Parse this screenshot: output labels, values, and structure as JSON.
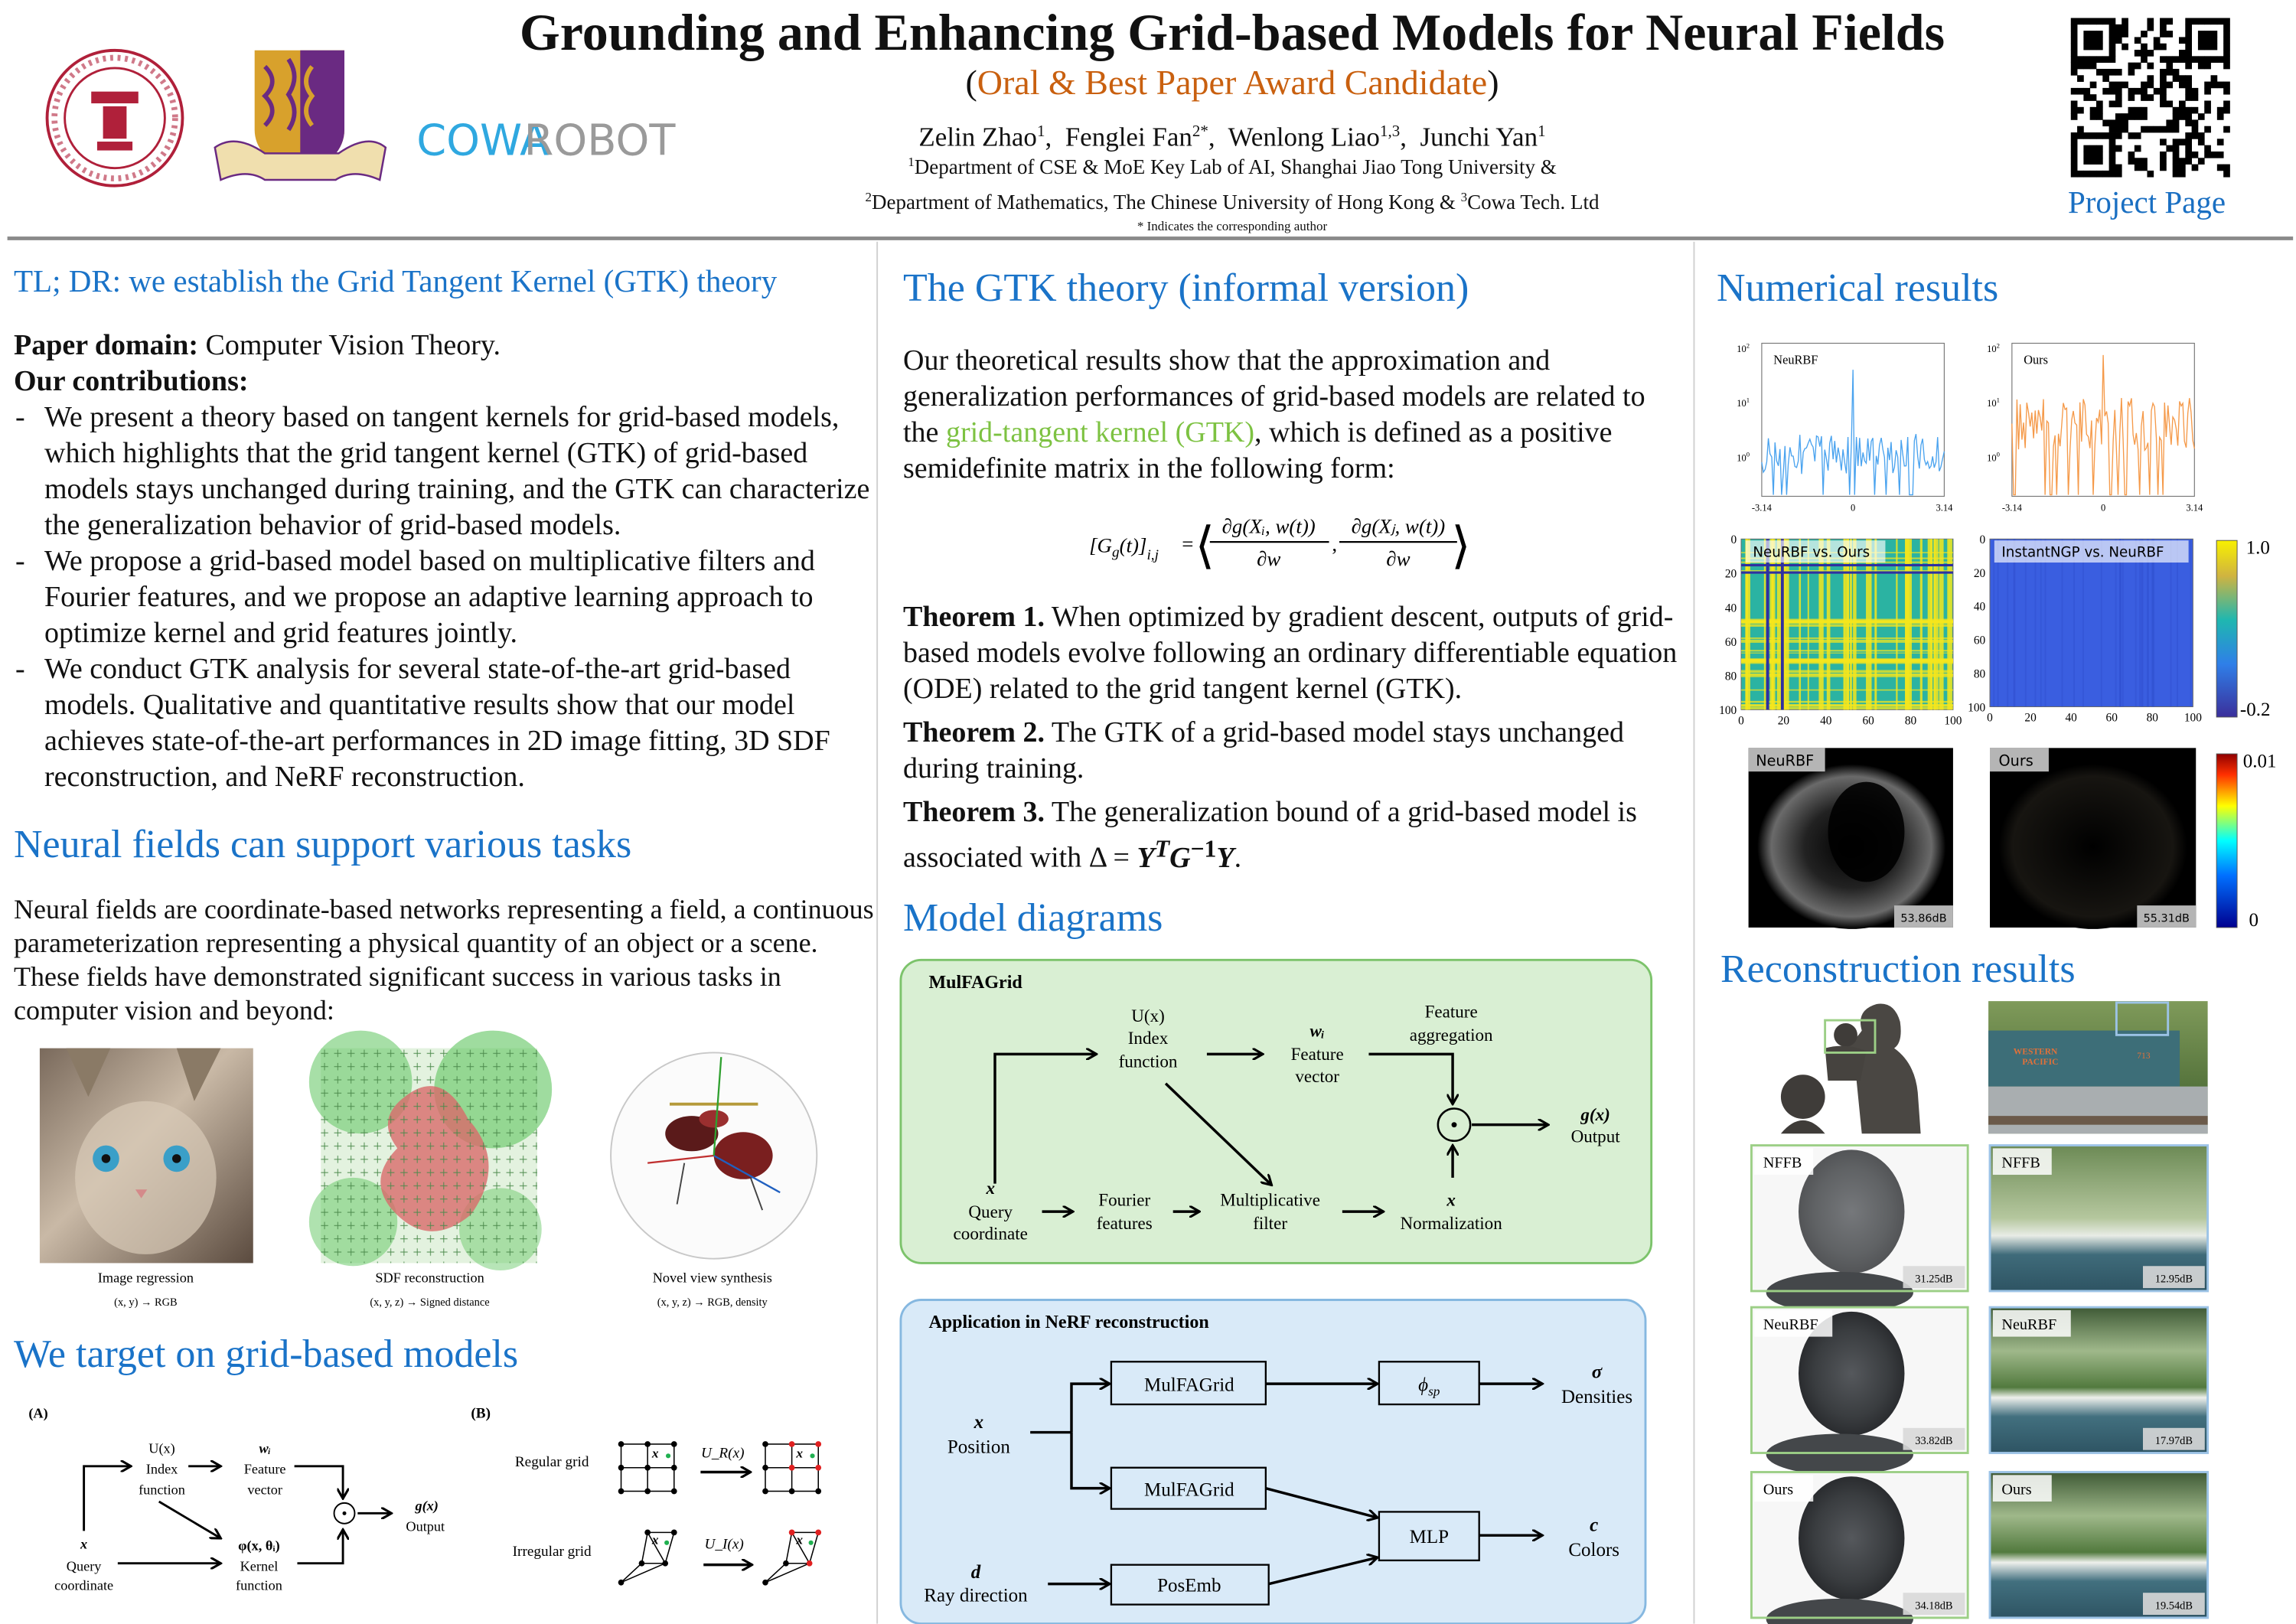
{
  "header": {
    "title": "Grounding and Enhancing Grid-based Models for Neural Fields",
    "subtitle_open": "(",
    "subtitle": "Oral & Best Paper Award Candidate",
    "subtitle_close": ")",
    "authors": [
      {
        "name": "Zelin Zhao",
        "sup": "1"
      },
      {
        "name": "Fenglei Fan",
        "sup": "2*"
      },
      {
        "name": "Wenlong Liao",
        "sup": "1,3"
      },
      {
        "name": "Junchi Yan",
        "sup": "1"
      }
    ],
    "affiliation_1_sup": "1",
    "affiliation_1": "Department of CSE & MoE Key Lab of AI, Shanghai Jiao Tong University &",
    "affiliation_2_sup": "2",
    "affiliation_2": "Department of Mathematics, The Chinese University of Hong Kong  & ",
    "affiliation_3_sup": "3",
    "affiliation_3": "Cowa Tech. Ltd",
    "note": "* Indicates the corresponding author",
    "project_page": "Project Page",
    "logos": {
      "sjtu": "SHANGHAI JIAO TONG UNIVERSITY 1896",
      "cowa_a": "COWA",
      "cowa_b": "ROBOT"
    }
  },
  "left": {
    "tldr": "TL; DR: we establish the Grid Tangent Kernel (GTK) theory",
    "domain_label": "Paper domain:",
    "domain_value": " Computer Vision Theory.",
    "contrib_label": "Our contributions:",
    "contributions": [
      "We present a theory based on tangent kernels for grid-based models, which highlights that the grid tangent kernel (GTK) of grid-based models stays unchanged during training, and the GTK can characterize the generalization behavior of grid-based models.",
      "We propose a grid-based model based on multiplicative filters and Fourier features, and we propose an adaptive learning approach to optimize kernel and grid features jointly.",
      "We conduct GTK analysis for several state-of-the-art grid-based models. Qualitative and quantitative results show that our model achieves state-of-the-art performances in 2D image fitting, 3D SDF reconstruction, and NeRF reconstruction."
    ],
    "tasks_heading": "Neural fields can support various tasks",
    "tasks_text": "Neural fields are coordinate-based networks representing a field, a continuous parameterization representing a physical quantity of an object or a scene. These fields have demonstrated significant success in various tasks in computer vision and beyond:",
    "tasks": [
      {
        "caption": "Image regression",
        "mapping": "(x, y) → RGB"
      },
      {
        "caption": "SDF reconstruction",
        "mapping": "(x, y, z) → Signed distance"
      },
      {
        "caption": "Novel view synthesis",
        "mapping": "(x, y, z) → RGB, density"
      }
    ],
    "grid_heading": "We target on grid-based models",
    "diagram_a": {
      "label": "(A)",
      "index_sym": "U(x)",
      "index_1": "Index",
      "index_2": "function",
      "feat_sym": "wᵢ",
      "feat_1": "Feature",
      "feat_2": "vector",
      "out_sym": "g(x)",
      "out": "Output",
      "query_sym": "x",
      "query_1": "Query",
      "query_2": "coordinate",
      "kernel_sym": "φ(x, θᵢ)",
      "kernel_1": "Kernel",
      "kernel_2": "function"
    },
    "diagram_b": {
      "label": "(B)",
      "regular": "Regular grid",
      "regular_map": "U_R(x)",
      "irregular": "Irregular grid",
      "irregular_map": "U_I(x)",
      "point": "x"
    }
  },
  "middle": {
    "heading": "The GTK theory (informal version)",
    "intro_before": "Our theoretical results show that the approximation and generalization performances of grid-based models are related to the ",
    "intro_highlight": "grid-tangent kernel (GTK)",
    "intro_after": ", which is defined as a positive semidefinite matrix in the following form:",
    "formula": {
      "lhs": "[G",
      "lhs_sub": "g",
      "lhs_mid": "(t)]",
      "lhs_idx": "i,j",
      "eq": "=",
      "num1": "∂g(Xᵢ, w(t))",
      "num2": "∂g(Xⱼ, w(t))",
      "den": "∂w",
      "lang": "⟨",
      "rang": "⟩",
      "comma": ","
    },
    "theorems": [
      {
        "label": "Theorem 1.",
        "text": " When optimized by gradient descent, outputs of grid-based models evolve following an ordinary differentiable equation (ODE) related to the grid tangent kernel (GTK)."
      },
      {
        "label": "Theorem 2.",
        "text": " The GTK of a grid-based model stays unchanged during training."
      },
      {
        "label": "Theorem 3.",
        "text": " The generalization bound of a grid-based model is associated with ",
        "math_a": "Δ = ",
        "math_y": "Y",
        "math_t": "T",
        "math_g": "G",
        "math_inv": "−1",
        "math_y2": "Y",
        "end": "."
      }
    ],
    "diagrams_heading": "Model diagrams",
    "mulfagrid": {
      "title": "MulFAGrid",
      "index_sym": "U(x)",
      "index_1": "Index",
      "index_2": "function",
      "feat_sym": "wᵢ",
      "feat_1": "Feature",
      "feat_2": "vector",
      "agg_1": "Feature",
      "agg_2": "aggregation",
      "out_sym": "g(x)",
      "out": "Output",
      "query_sym": "x",
      "query_1": "Query",
      "query_2": "coordinate",
      "fourier_1": "Fourier",
      "fourier_2": "features",
      "mult_1": "Multiplicative",
      "mult_2": "filter",
      "norm_sym": "x",
      "norm": "Normalization"
    },
    "nerf": {
      "title": "Application in NeRF reconstruction",
      "pos_sym": "x",
      "pos": "Position",
      "dir_sym": "d",
      "dir": "Ray direction",
      "grid1": "MulFAGrid",
      "grid2": "MulFAGrid",
      "posemb": "PosEmb",
      "phi": "ϕ",
      "phi_sub": "sp",
      "mlp": "MLP",
      "dens_sym": "σ",
      "dens": "Densities",
      "col_sym": "c",
      "col": "Colors"
    }
  },
  "right": {
    "numerical_heading": "Numerical results",
    "spectra": [
      {
        "label": "NeuRBF",
        "color": "#4aa3ef"
      },
      {
        "label": "Ours",
        "color": "#f59a4a"
      }
    ],
    "spectrum_yticks": [
      {
        "base": "10",
        "exp": "2"
      },
      {
        "base": "10",
        "exp": "1"
      },
      {
        "base": "10",
        "exp": "0"
      }
    ],
    "spectrum_xticks": [
      "-3.14",
      "0",
      "3.14"
    ],
    "heatmaps": [
      {
        "label": "NeuRBF vs. Ours"
      },
      {
        "label": "InstantNGP vs. NeuRBF"
      }
    ],
    "heatmap_ticks": [
      "0",
      "20",
      "40",
      "60",
      "80",
      "100"
    ],
    "heatmap_colorbar": {
      "max": "1.0",
      "min": "-0.2"
    },
    "error_maps": [
      {
        "label": "NeuRBF",
        "psnr": "53.86dB"
      },
      {
        "label": "Ours",
        "psnr": "55.31dB"
      }
    ],
    "error_colorbar": {
      "max": "0.01",
      "min": "0"
    },
    "recon_heading": "Reconstruction results",
    "recon_left": [
      {
        "label": "NFFB",
        "psnr": "31.25dB"
      },
      {
        "label": "NeuRBF",
        "psnr": "33.82dB"
      },
      {
        "label": "Ours",
        "psnr": "34.18dB"
      }
    ],
    "recon_right": [
      {
        "label": "NFFB",
        "psnr": "12.95dB"
      },
      {
        "label": "NeuRBF",
        "psnr": "17.97dB"
      },
      {
        "label": "Ours",
        "psnr": "19.54dB"
      }
    ],
    "train_text_1": "WESTERN",
    "train_text_2": "PACIFIC",
    "train_number": "713"
  },
  "colors": {
    "heading": "#1a73c8",
    "award": "#c9600f",
    "gtk": "#7dc242",
    "mulfa_bg": "#d9efd3",
    "nerf_bg": "#d9eaf8"
  }
}
